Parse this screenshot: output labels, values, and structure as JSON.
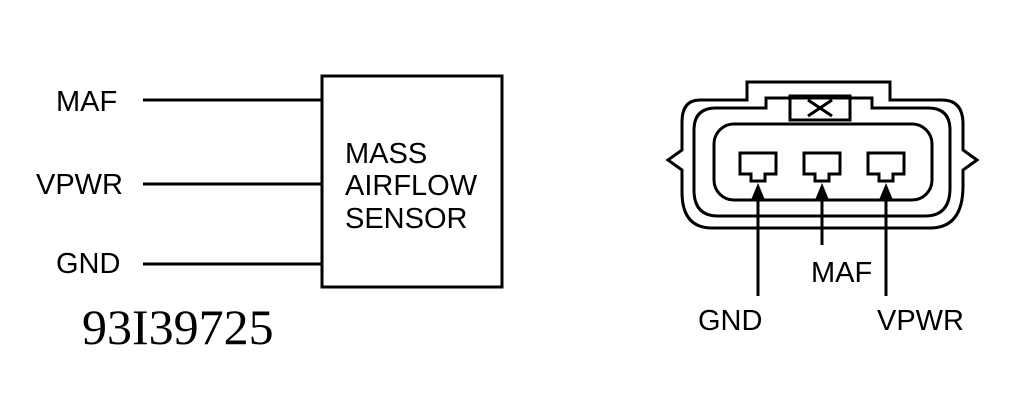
{
  "schematic": {
    "pins": [
      "MAF",
      "VPWR",
      "GND"
    ],
    "sensor_label": [
      "MASS",
      "AIRFLOW",
      "SENSOR"
    ]
  },
  "connector": {
    "labels": {
      "gnd": "GND",
      "maf": "MAF",
      "vpwr": "VPWR"
    }
  },
  "figure_id": "93I39725"
}
